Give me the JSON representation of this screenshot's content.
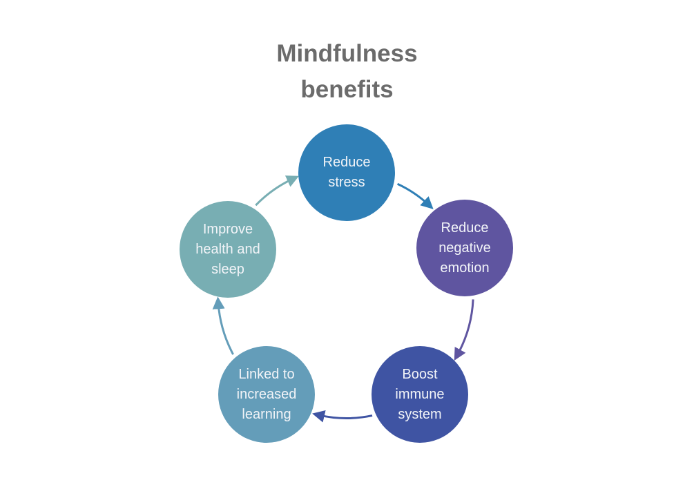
{
  "title": "Mindfulness benefits",
  "title_lines": [
    "Mindfulness",
    "benefits"
  ],
  "nodes": [
    {
      "id": "reduce-stress",
      "label": "Reduce stress",
      "lines": [
        "Reduce",
        "stress"
      ],
      "color": "#2f7fb6"
    },
    {
      "id": "reduce-negative-emotion",
      "label": "Reduce negative emotion",
      "lines": [
        "Reduce",
        "negative",
        "emotion"
      ],
      "color": "#5f55a0"
    },
    {
      "id": "boost-immune-system",
      "label": "Boost immune system",
      "lines": [
        "Boost",
        "immune",
        "system"
      ],
      "color": "#3f54a3"
    },
    {
      "id": "linked-to-increased-learning",
      "label": "Linked to increased learning",
      "lines": [
        "Linked to",
        "increased",
        "learning"
      ],
      "color": "#649db9"
    },
    {
      "id": "improve-health-and-sleep",
      "label": "Improve health and sleep",
      "lines": [
        "Improve",
        "health and",
        "sleep"
      ],
      "color": "#78aeb3"
    }
  ],
  "edges": [
    {
      "from": "reduce-stress",
      "to": "reduce-negative-emotion",
      "color": "#2f7fb6"
    },
    {
      "from": "reduce-negative-emotion",
      "to": "boost-immune-system",
      "color": "#5f55a0"
    },
    {
      "from": "boost-immune-system",
      "to": "linked-to-increased-learning",
      "color": "#3f54a3"
    },
    {
      "from": "linked-to-increased-learning",
      "to": "improve-health-and-sleep",
      "color": "#649db9"
    },
    {
      "from": "improve-health-and-sleep",
      "to": "reduce-stress",
      "color": "#78aeb3"
    }
  ]
}
